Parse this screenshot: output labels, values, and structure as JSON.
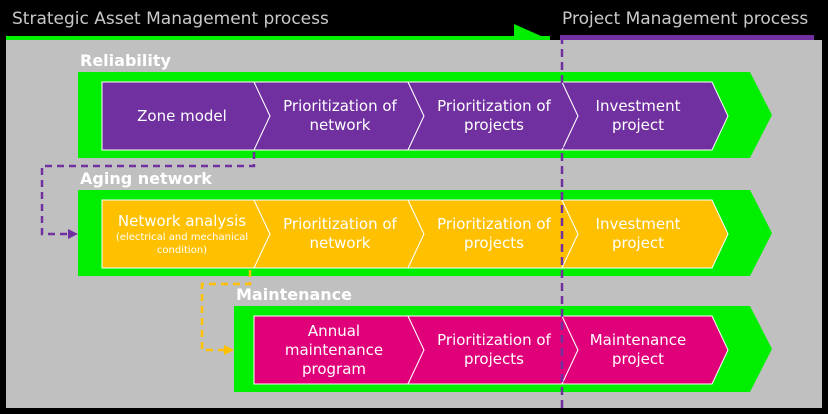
{
  "header": {
    "left_title": "Strategic Asset Management process",
    "right_title": "Project Management process"
  },
  "colors": {
    "green": "#00ee00",
    "purple": "#7030a0",
    "orange": "#ffc000",
    "magenta": "#e0007a",
    "panel": "#c0c0c0",
    "background": "#000000"
  },
  "sections": [
    {
      "title": "Reliability",
      "color": "#7030a0",
      "steps": [
        {
          "label": "Zone model"
        },
        {
          "label": "Prioritization of network"
        },
        {
          "label": "Prioritization of projects"
        },
        {
          "label": "Investment project"
        }
      ]
    },
    {
      "title": "Aging network",
      "color": "#ffc000",
      "steps": [
        {
          "label": "Network analysis",
          "sublabel": "(electrical and mechanical condition)"
        },
        {
          "label": "Prioritization of network"
        },
        {
          "label": "Prioritization of projects"
        },
        {
          "label": "Investment project"
        }
      ]
    },
    {
      "title": "Maintenance",
      "color": "#e0007a",
      "steps": [
        {
          "label": "Annual maintenance program"
        },
        {
          "label": "Prioritization of projects"
        },
        {
          "label": "Maintenance project"
        }
      ]
    }
  ]
}
